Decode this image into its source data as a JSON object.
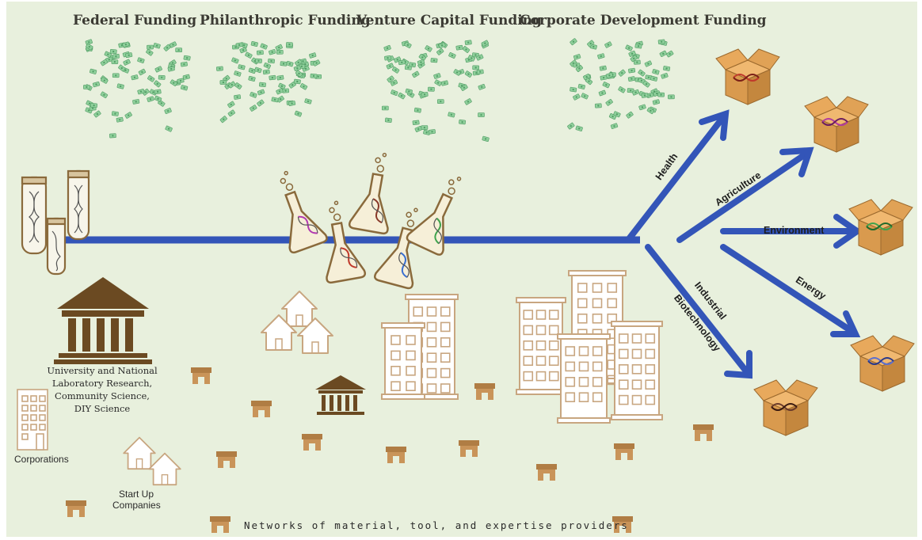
{
  "funding": {
    "federal": "Federal Funding",
    "philanthropic": "Philanthropic Funding",
    "venture": "Venture Capital Funding",
    "corporate": "Corporate Development Funding"
  },
  "branches": {
    "health": "Health",
    "agriculture": "Agriculture",
    "environment": "Environment",
    "energy": "Energy",
    "industrial_line1": "Industrial",
    "industrial_line2": "Biotechnology"
  },
  "labels": {
    "university_line1": "University and National",
    "university_line2": "Laboratory Research,",
    "university_line3": "Community Science,",
    "university_line4": "DIY Science",
    "corporations": "Corporations",
    "startups_line1": "Start Up",
    "startups_line2": "Companies",
    "footer": "Networks of material, tool, and expertise providers"
  },
  "colors": {
    "arrow": "#3355b8",
    "brown": "#8a6a3c",
    "box": "#d99a4e",
    "money": "#7fbf8e",
    "background": "#e8f0dd"
  },
  "icons": [
    "test-tube-icon",
    "flask-icon",
    "dna-icon",
    "money-icon",
    "box-icon",
    "university-icon",
    "building-icon",
    "house-icon",
    "shop-icon"
  ]
}
